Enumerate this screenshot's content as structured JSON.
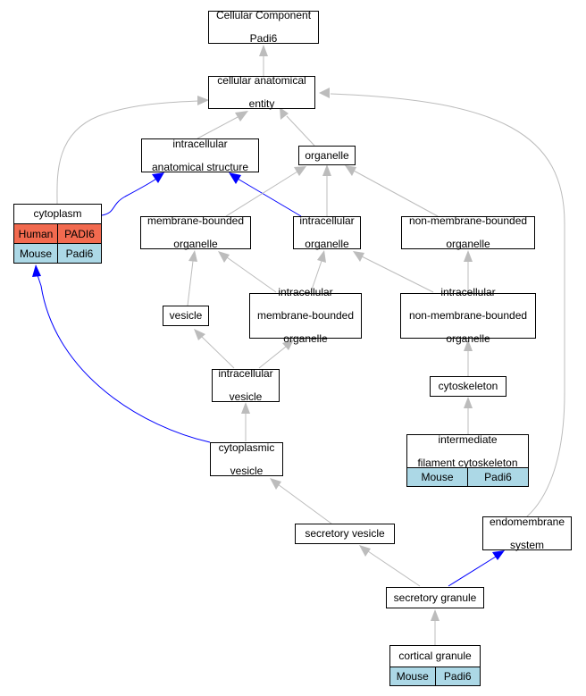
{
  "colors": {
    "gray_edge": "#bcbcbc",
    "blue_edge": "#0000ff",
    "human_fill": "#f26a4f",
    "mouse_fill": "#acd8e6"
  },
  "nodes": {
    "root": {
      "line1": "Cellular Component",
      "line2": "Padi6"
    },
    "cae": {
      "line1": "cellular anatomical",
      "line2": "entity"
    },
    "ias": {
      "line1": "intracellular",
      "line2": "anatomical structure"
    },
    "organelle": {
      "line1": "organelle"
    },
    "cytoplasm": {
      "title": "cytoplasm",
      "rows": [
        {
          "species": "Human",
          "gene": "PADI6"
        },
        {
          "species": "Mouse",
          "gene": "Padi6"
        }
      ]
    },
    "mbo": {
      "line1": "membrane-bounded",
      "line2": "organelle"
    },
    "io": {
      "line1": "intracellular",
      "line2": "organelle"
    },
    "nmbo": {
      "line1": "non-membrane-bounded",
      "line2": "organelle"
    },
    "vesicle": {
      "line1": "vesicle"
    },
    "imbo": {
      "line1": "intracellular",
      "line2": "membrane-bounded",
      "line3": "organelle"
    },
    "inmbo": {
      "line1": "intracellular",
      "line2": "non-membrane-bounded",
      "line3": "organelle"
    },
    "iv": {
      "line1": "intracellular",
      "line2": "vesicle"
    },
    "cytoskeleton": {
      "line1": "cytoskeleton"
    },
    "cv": {
      "line1": "cytoplasmic",
      "line2": "vesicle"
    },
    "ifc": {
      "title1": "intermediate",
      "title2": "filament cytoskeleton",
      "rows": [
        {
          "species": "Mouse",
          "gene": "Padi6"
        }
      ]
    },
    "sv": {
      "line1": "secretory vesicle"
    },
    "es": {
      "line1": "endomembrane",
      "line2": "system"
    },
    "sg": {
      "line1": "secretory granule"
    },
    "cg": {
      "title": "cortical granule",
      "rows": [
        {
          "species": "Mouse",
          "gene": "Padi6"
        }
      ]
    }
  }
}
